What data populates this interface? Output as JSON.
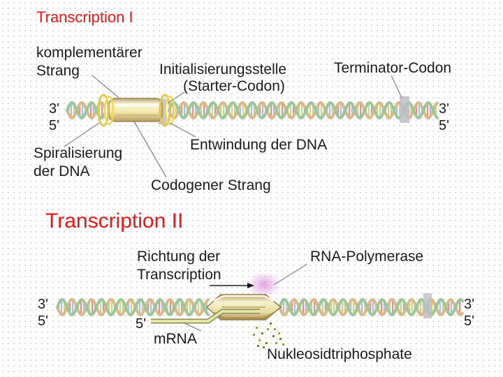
{
  "section1": {
    "title": "Transcription I",
    "labels": {
      "komplementaer_1": "komplementärer",
      "komplementaer_2": "Strang",
      "initial_1": "Initialisierungsstelle",
      "initial_2": "(Starter-Codon)",
      "terminator": "Terminator-Codon",
      "spiral_1": "Spiralisierung",
      "spiral_2": "der DNA",
      "entwindung": "Entwindung der DNA",
      "codogen": "Codogener Strang"
    },
    "ends": {
      "left_top": "3'",
      "left_bottom": "5'",
      "right_top": "3'",
      "right_bottom": "5'"
    }
  },
  "section2": {
    "title": "Transcription II",
    "labels": {
      "richtung_1": "Richtung der",
      "richtung_2": "Transcription",
      "polymerase": "RNA-Polymerase",
      "mrna": "mRNA",
      "mrna_end": "5'",
      "nukleosid": "Nukleosidtriphosphate"
    },
    "ends": {
      "left_top": "3'",
      "left_bottom": "5'",
      "right_top": "3'",
      "right_bottom": "5'"
    }
  },
  "colors": {
    "title": "#e31818",
    "strand_a": "#d7b98a",
    "strand_b": "#9cc59a",
    "rung_1": "#e08f8f",
    "rung_2": "#a6bfe5",
    "rung_3": "#d9cf7a",
    "rung_4": "#b7d9a1",
    "tube": "#f3f0b8",
    "mrna": "#d9df9a"
  }
}
